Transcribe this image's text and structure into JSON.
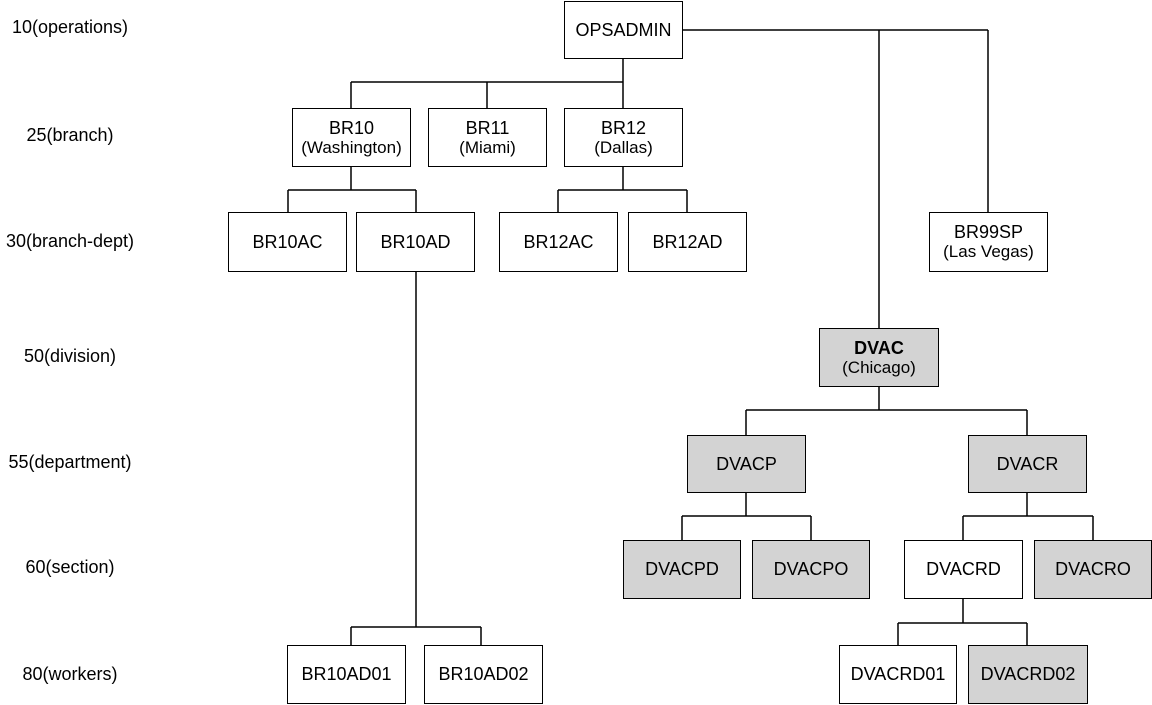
{
  "levels": [
    "10(operations)",
    "25(branch)",
    "30(branch-dept)",
    "50(division)",
    "55(department)",
    "60(section)",
    "80(workers)"
  ],
  "nodes": {
    "opsadmin": {
      "name": "OPSADMIN",
      "sub": ""
    },
    "br10": {
      "name": "BR10",
      "sub": "(Washington)"
    },
    "br11": {
      "name": "BR11",
      "sub": "(Miami)"
    },
    "br12": {
      "name": "BR12",
      "sub": "(Dallas)"
    },
    "br10ac": {
      "name": "BR10AC",
      "sub": ""
    },
    "br10ad": {
      "name": "BR10AD",
      "sub": ""
    },
    "br12ac": {
      "name": "BR12AC",
      "sub": ""
    },
    "br12ad": {
      "name": "BR12AD",
      "sub": ""
    },
    "br99sp": {
      "name": "BR99SP",
      "sub": "(Las Vegas)"
    },
    "dvac": {
      "name": "DVAC",
      "sub": "(Chicago)"
    },
    "dvacp": {
      "name": "DVACP",
      "sub": ""
    },
    "dvacr": {
      "name": "DVACR",
      "sub": ""
    },
    "dvacpd": {
      "name": "DVACPD",
      "sub": ""
    },
    "dvacpo": {
      "name": "DVACPO",
      "sub": ""
    },
    "dvacrd": {
      "name": "DVACRD",
      "sub": ""
    },
    "dvacro": {
      "name": "DVACRO",
      "sub": ""
    },
    "br10ad01": {
      "name": "BR10AD01",
      "sub": ""
    },
    "br10ad02": {
      "name": "BR10AD02",
      "sub": ""
    },
    "dvacrd01": {
      "name": "DVACRD01",
      "sub": ""
    },
    "dvacrd02": {
      "name": "DVACRD02",
      "sub": ""
    }
  },
  "colors": {
    "highlight": "#d3d3d3",
    "box": "#ffffff",
    "line": "#000000"
  }
}
